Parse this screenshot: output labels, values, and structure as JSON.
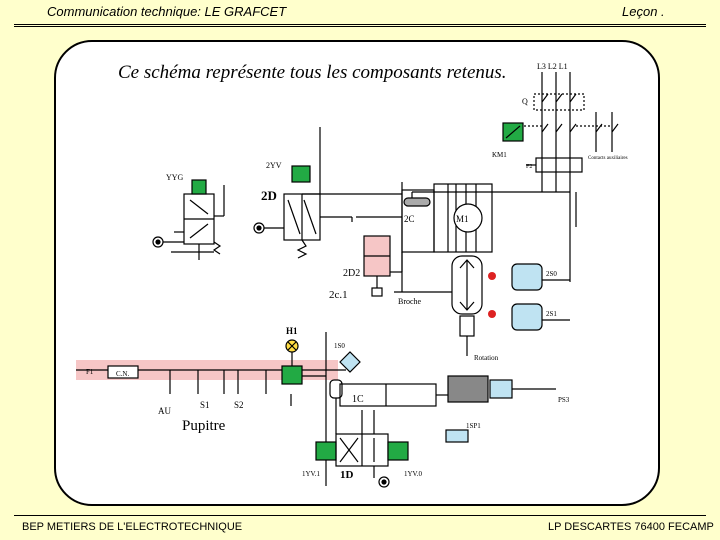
{
  "header": {
    "left": "Communication technique: LE GRAFCET",
    "right": "Leçon ."
  },
  "footer": {
    "left": "BEP METIERS DE L'ELECTROTECHNIQUE",
    "right": "LP DESCARTES 76400 FECAMP"
  },
  "diagram": {
    "title": "Ce schéma représente tous les composants retenus.",
    "labels": {
      "phases": "L3 L2 L1",
      "q": "Q",
      "km1": "KM1",
      "contacts": "Contacts auxiliaires",
      "f2": "F2",
      "yyg": "YYG",
      "two_yv": "2YV",
      "two_d": "2D",
      "two_c": "2C",
      "m1": "M1",
      "two_d2": "2D2",
      "two_c1": "2c.1",
      "broche": "Broche",
      "two_s0": "2S0",
      "two_s1": "2S1",
      "rotation": "Rotation",
      "h1": "H1",
      "one_s0": "1S0",
      "f1": "F1",
      "cn": "C.N.",
      "au": "AU",
      "s1": "S1",
      "s2": "S2",
      "pupitre": "Pupitre",
      "one_c": "1C",
      "ps3": "PS3",
      "one_sp1": "1SP1",
      "one_yv1": "1YV.1",
      "one_d": "1D",
      "one_yv0": "1YV.0"
    }
  }
}
